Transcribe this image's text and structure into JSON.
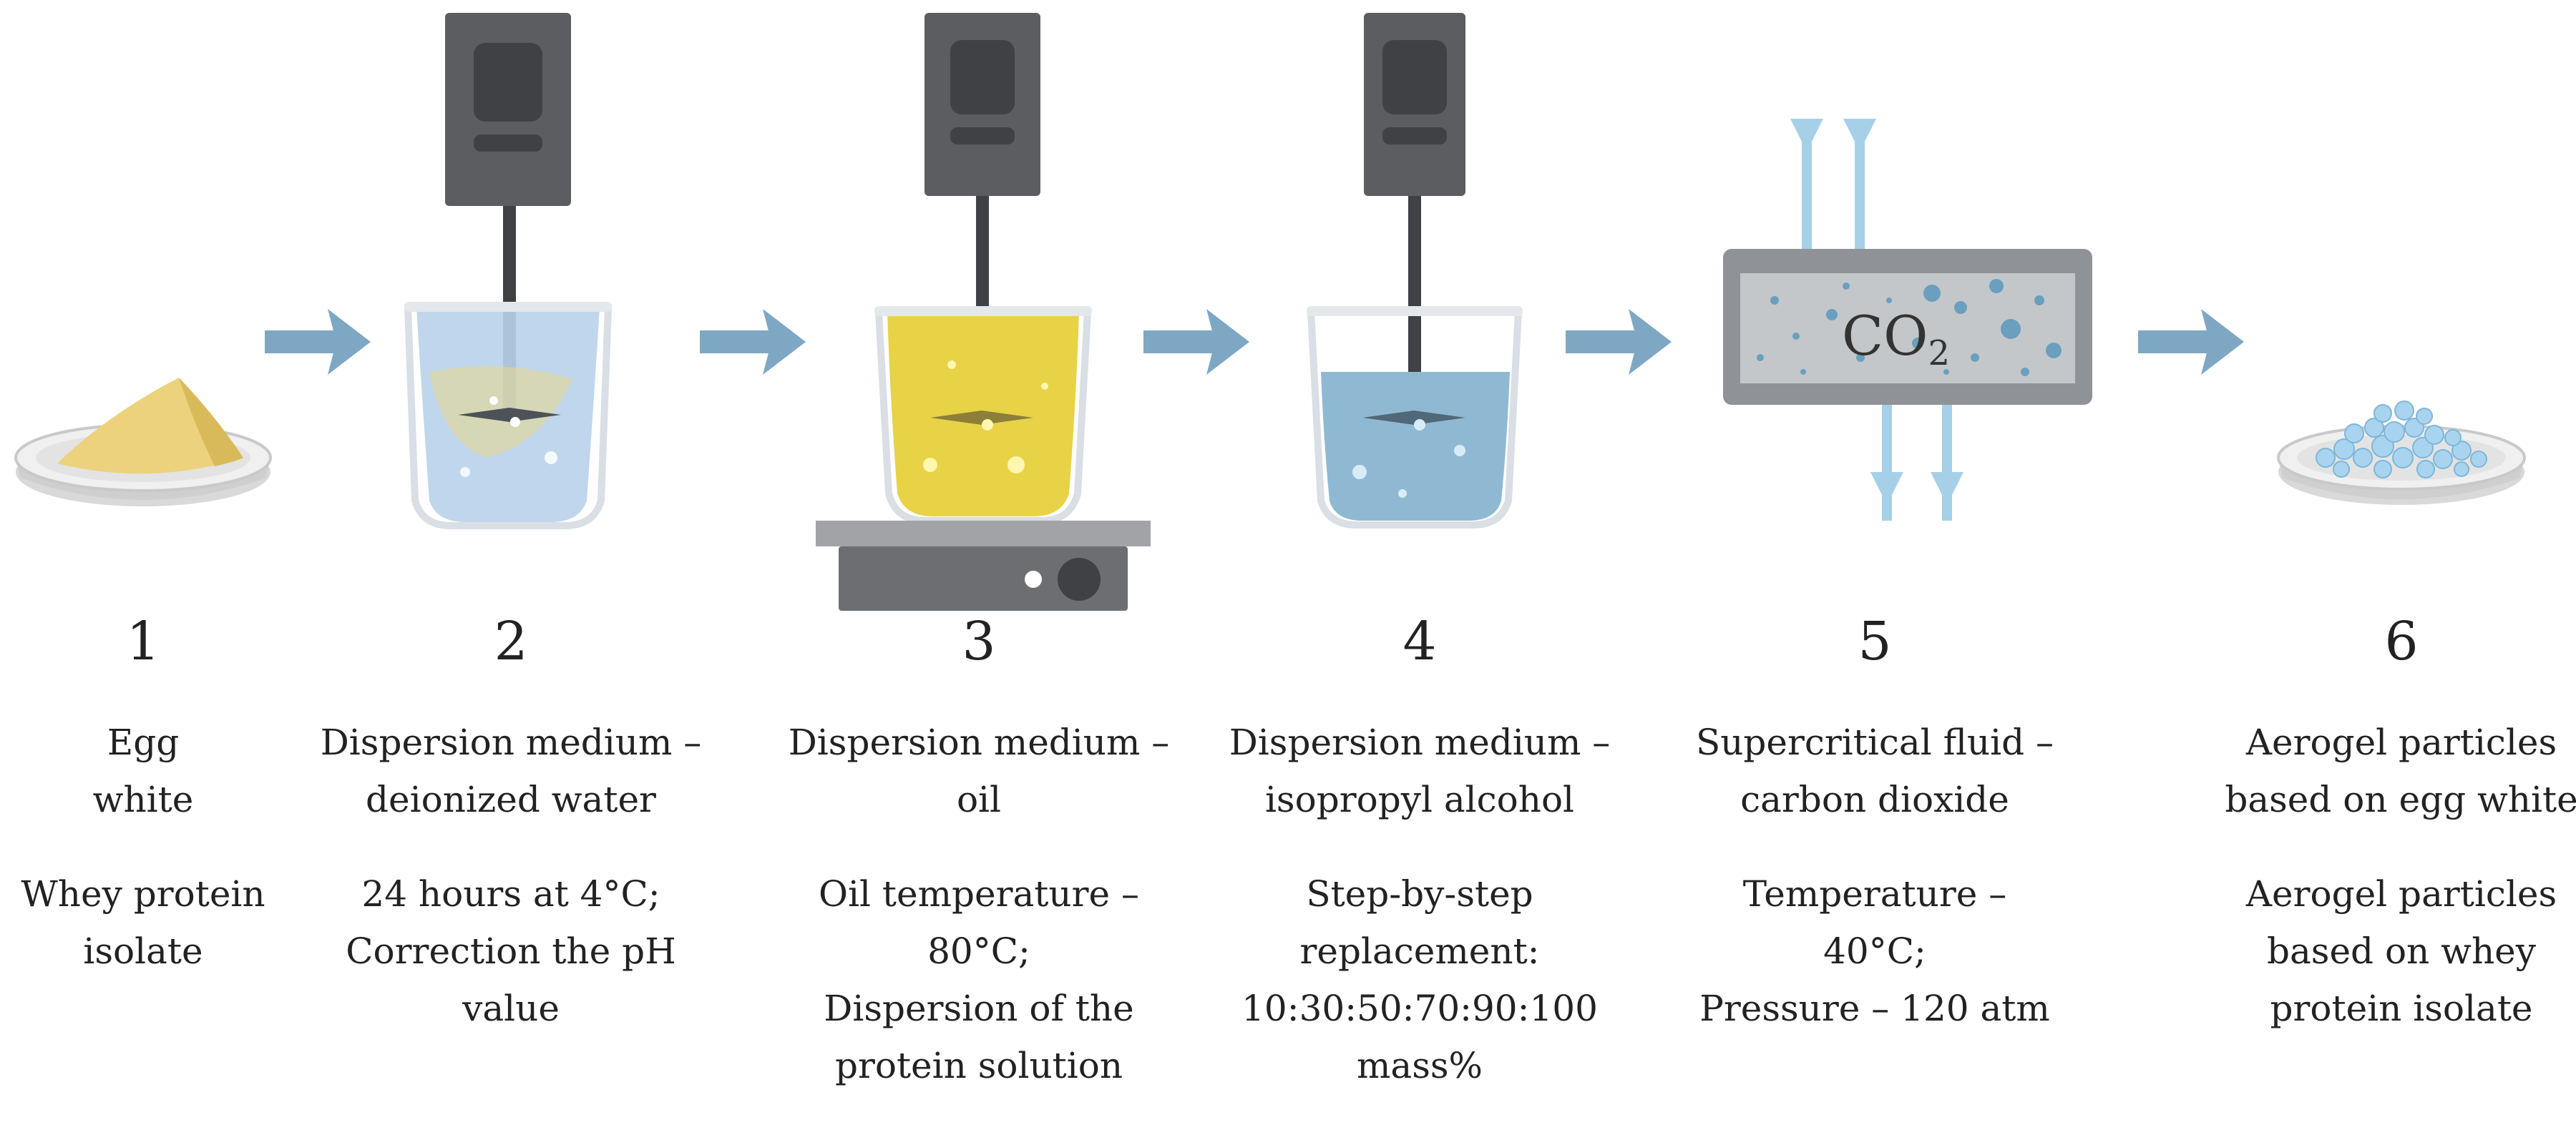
{
  "colors": {
    "arrow": "#7ea7c4",
    "stirrer": "#5b5d61",
    "stirrer_dark": "#3f4145",
    "hotplate": "#6c6e72",
    "water": "#b9d2ea",
    "oil": "#e8d245",
    "alcohol": "#8fb9d3",
    "co2_flow": "#a6d0e8",
    "chamber": "#8f9296",
    "chamber_inner": "#c4c7ca",
    "powder": "#ecd27c",
    "aerogel": "#a9d4ef"
  },
  "icons": [
    "powder-dish-icon",
    "beaker-stirrer-icon",
    "hotplate-icon",
    "co2-chamber-icon",
    "aerogel-dish-icon",
    "arrow-right-icon"
  ],
  "chamber_label": {
    "main": "CO",
    "sub": "2"
  },
  "steps": [
    {
      "number": "1",
      "label": [
        "Egg",
        "white"
      ],
      "conditions": [
        "Whey protein",
        "isolate"
      ]
    },
    {
      "number": "2",
      "label": [
        "Dispersion medium –",
        "deionized water"
      ],
      "conditions": [
        "24 hours at 4°C;",
        "Correction the pH",
        "value"
      ]
    },
    {
      "number": "3",
      "label": [
        "Dispersion medium –",
        "oil"
      ],
      "conditions": [
        "Oil temperature –",
        "80°C;",
        "Dispersion of the",
        "protein solution"
      ]
    },
    {
      "number": "4",
      "label": [
        "Dispersion medium –",
        "isopropyl alcohol"
      ],
      "conditions": [
        "Step-by-step",
        "replacement:",
        "10:30:50:70:90:100",
        "mass%"
      ]
    },
    {
      "number": "5",
      "label": [
        "Supercritical fluid –",
        "carbon dioxide"
      ],
      "conditions": [
        "Temperature –",
        "40°C;",
        "Pressure – 120 atm"
      ]
    },
    {
      "number": "6",
      "label": [
        "Aerogel particles",
        "based on egg white"
      ],
      "conditions": [
        "Aerogel particles",
        "based on whey",
        "protein isolate"
      ]
    }
  ]
}
